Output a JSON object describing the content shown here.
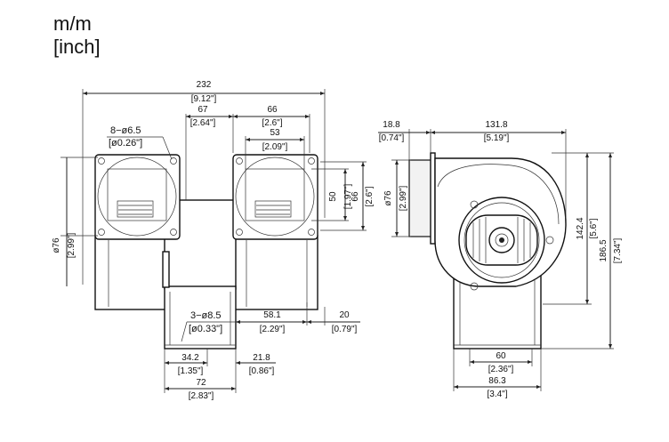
{
  "units": {
    "metric": "m/m",
    "imperial": "[inch]"
  },
  "dims": {
    "overall_w": {
      "mm": "232",
      "in": "[9.12\"]"
    },
    "inlet_spacing": {
      "mm": "67",
      "in": "[2.64\"]"
    },
    "flange_w": {
      "mm": "66",
      "in": "[2.6\"]"
    },
    "opening_w": {
      "mm": "53",
      "in": "[2.09\"]"
    },
    "holes_front": {
      "mm": "8−ø6.5",
      "in": "[ø0.26\"]"
    },
    "inlet_dia": {
      "mm": "ø76",
      "in": "[2.99\"]"
    },
    "opening_h": {
      "mm": "50",
      "in": "[1.97\"]"
    },
    "flange_h": {
      "mm": "66",
      "in": "[2.6\"]"
    },
    "holes_base": {
      "mm": "3−ø8.5",
      "in": "[ø0.33\"]"
    },
    "side_off": {
      "mm": "58.1",
      "in": "[2.29\"]"
    },
    "end_off": {
      "mm": "20",
      "in": "[0.79\"]"
    },
    "base_a": {
      "mm": "34.2",
      "in": "[1.35\"]"
    },
    "base_b": {
      "mm": "21.8",
      "in": "[0.86\"]"
    },
    "base_w": {
      "mm": "72",
      "in": "[2.83\"]"
    },
    "ring_depth": {
      "mm": "18.8",
      "in": "[0.74\"]"
    },
    "side_w": {
      "mm": "131.8",
      "in": "[5.19\"]"
    },
    "side_dia": {
      "mm": "ø76",
      "in": "[2.99\"]"
    },
    "center_h": {
      "mm": "142.4",
      "in": "[5.6\"]"
    },
    "total_h": {
      "mm": "186.5",
      "in": "[7.34\"]"
    },
    "foot_w": {
      "mm": "60",
      "in": "[2.36\"]"
    },
    "outlet_w": {
      "mm": "86.3",
      "in": "[3.4\"]"
    }
  }
}
